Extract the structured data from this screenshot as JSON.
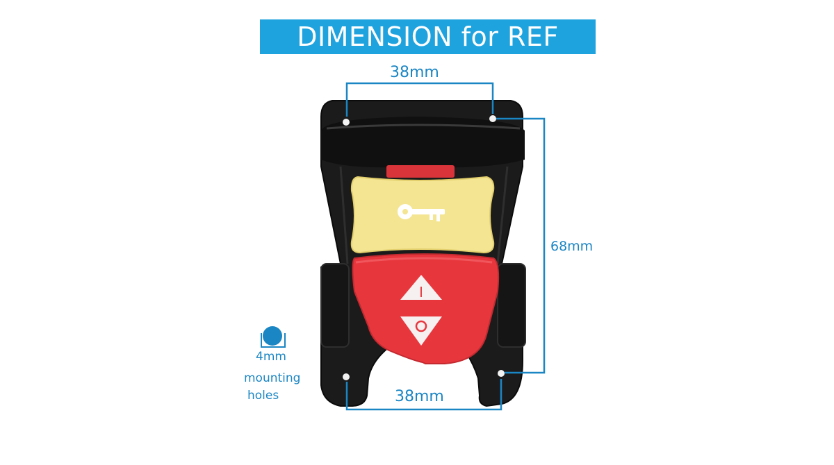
{
  "banner": {
    "title": "DIMENSION for REF"
  },
  "dimensions": {
    "top_width": "38mm",
    "bottom_width": "38mm",
    "height": "68mm"
  },
  "legend": {
    "hole_size": "4mm",
    "line2": "mounting",
    "line3": "holes"
  },
  "colors": {
    "accent": "#1fa3df",
    "dimension_line": "#1b86c4",
    "housing": "#1b1b1b",
    "safety_key": "#f4e593",
    "switch_paddle": "#e8363d"
  },
  "icons": [
    "key-icon",
    "on-triangle-icon",
    "off-triangle-icon",
    "hole-icon"
  ],
  "switch_marks": {
    "on": "I",
    "off": "O"
  }
}
